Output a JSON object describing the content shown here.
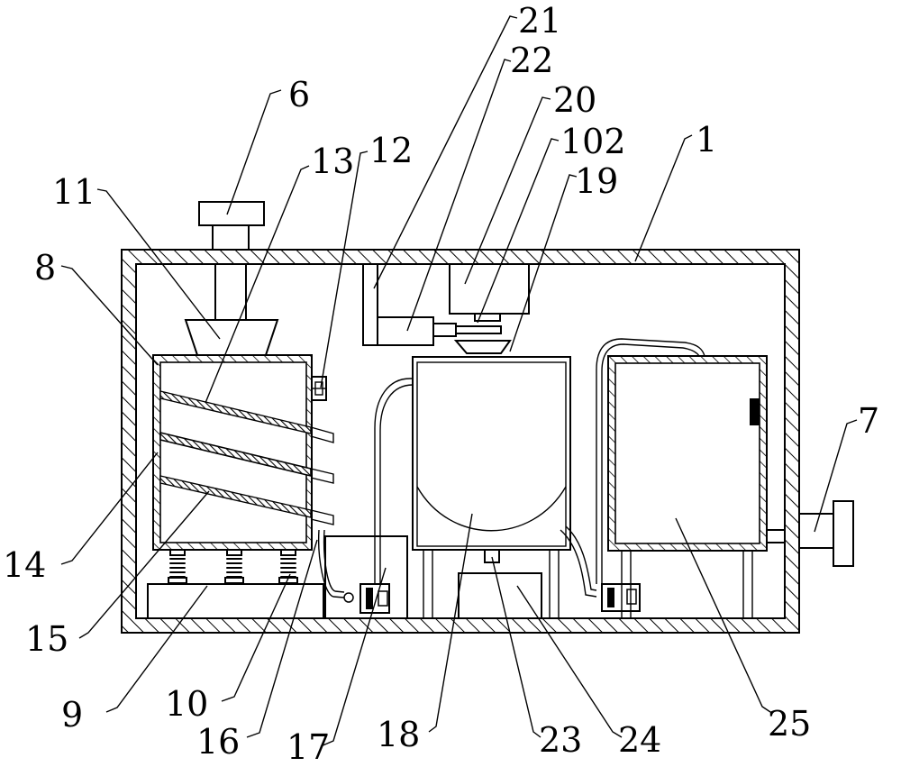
{
  "figure": {
    "labels": {
      "n1": "1",
      "n6": "6",
      "n7": "7",
      "n8": "8",
      "n9": "9",
      "n10": "10",
      "n11": "11",
      "n12": "12",
      "n13": "13",
      "n14": "14",
      "n15": "15",
      "n16": "16",
      "n17": "17",
      "n18": "18",
      "n19": "19",
      "n20": "20",
      "n21": "21",
      "n22": "22",
      "n23": "23",
      "n24": "24",
      "n25": "25",
      "n102": "102"
    },
    "colors": {
      "line": "#000000",
      "background": "#ffffff"
    }
  }
}
